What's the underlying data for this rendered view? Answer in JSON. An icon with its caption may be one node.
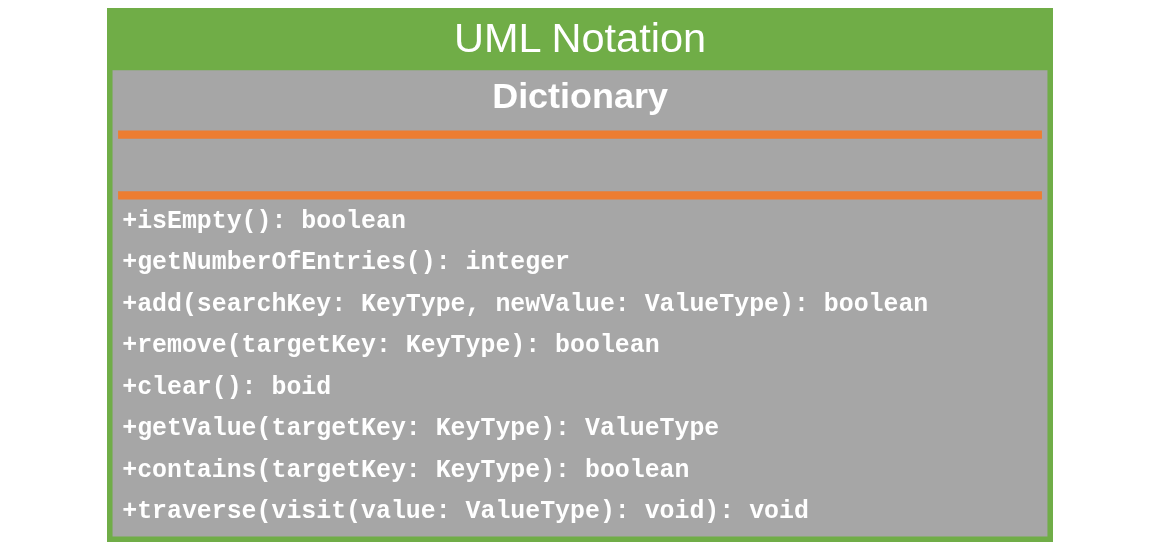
{
  "diagram": {
    "title": "UML Notation",
    "nodes": [
      {
        "text": [
          "Dictionary",
          "+isEmpty(): boolean",
          "+getNumberOfEntries(): integer",
          "+add(searchKey: KeyType, newValue: ValueType): boolean",
          "+remove(targetKey: KeyType): boolean",
          "+clear(): boid",
          "+getValue(targetKey: KeyType): ValueType",
          "+contains(targetKey: KeyType): boolean",
          "+traverse(visit(value: ValueType): void): void"
        ]
      }
    ]
  }
}
